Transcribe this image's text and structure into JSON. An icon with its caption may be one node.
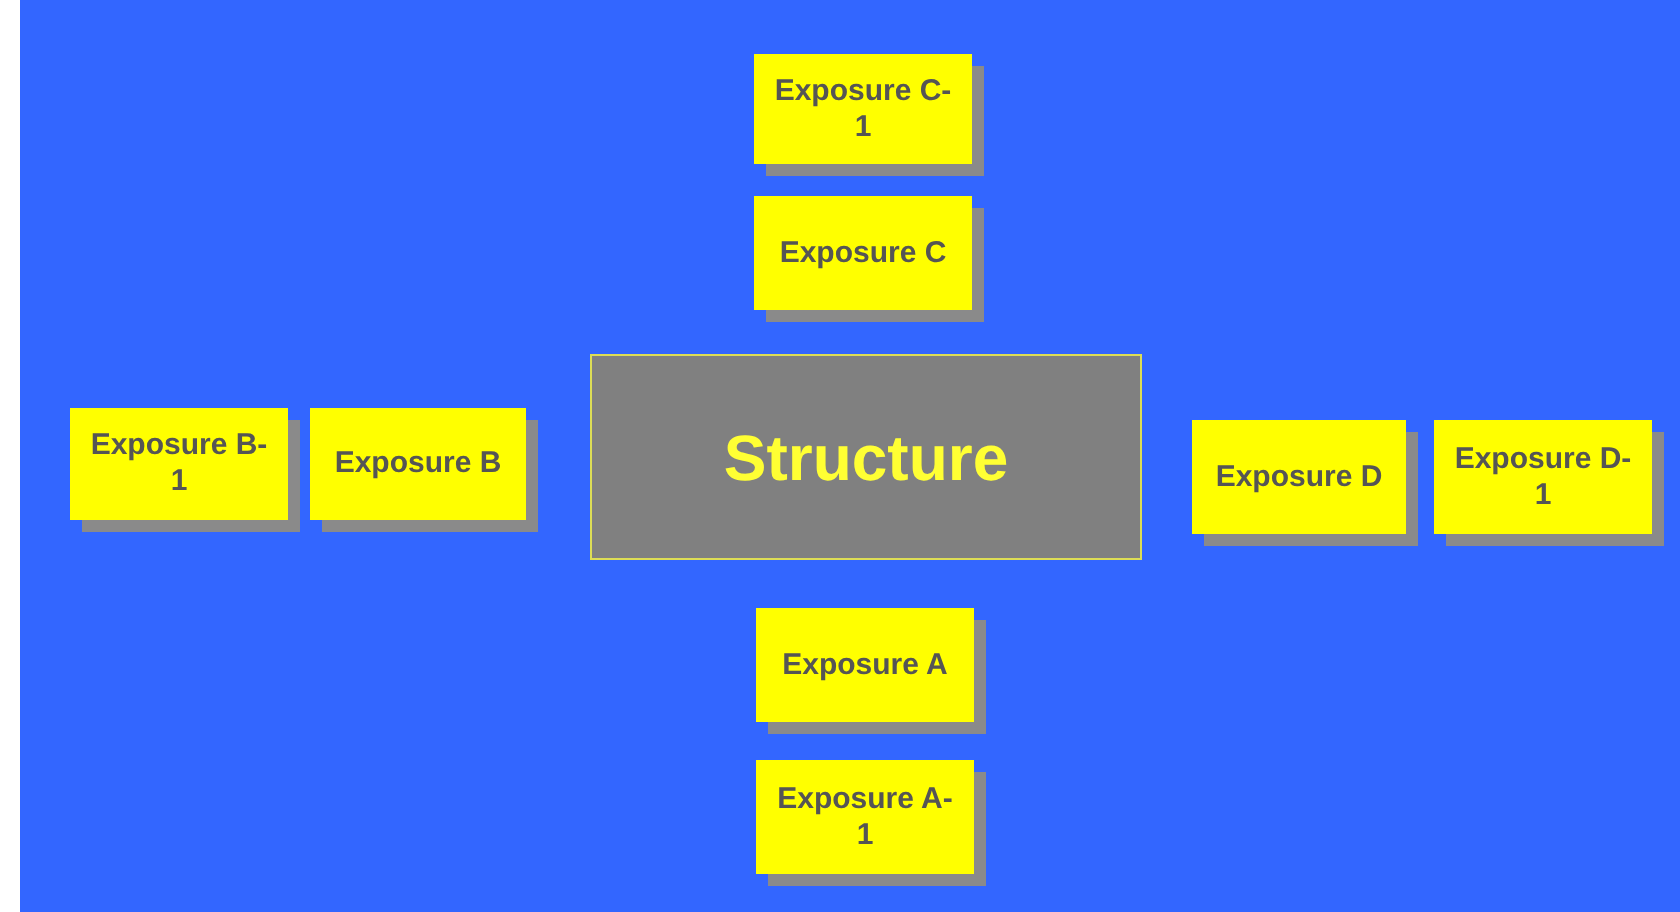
{
  "diagram": {
    "nodes": [
      {
        "text": [
          "Exposure C-1"
        ]
      },
      {
        "text": [
          "Exposure C"
        ]
      },
      {
        "text": [
          "Exposure B-1"
        ]
      },
      {
        "text": [
          "Exposure B"
        ]
      },
      {
        "text": [
          "Structure"
        ]
      },
      {
        "text": [
          "Exposure D"
        ]
      },
      {
        "text": [
          "Exposure D-1"
        ]
      },
      {
        "text": [
          "Exposure A"
        ]
      },
      {
        "text": [
          "Exposure A-1"
        ]
      }
    ]
  }
}
